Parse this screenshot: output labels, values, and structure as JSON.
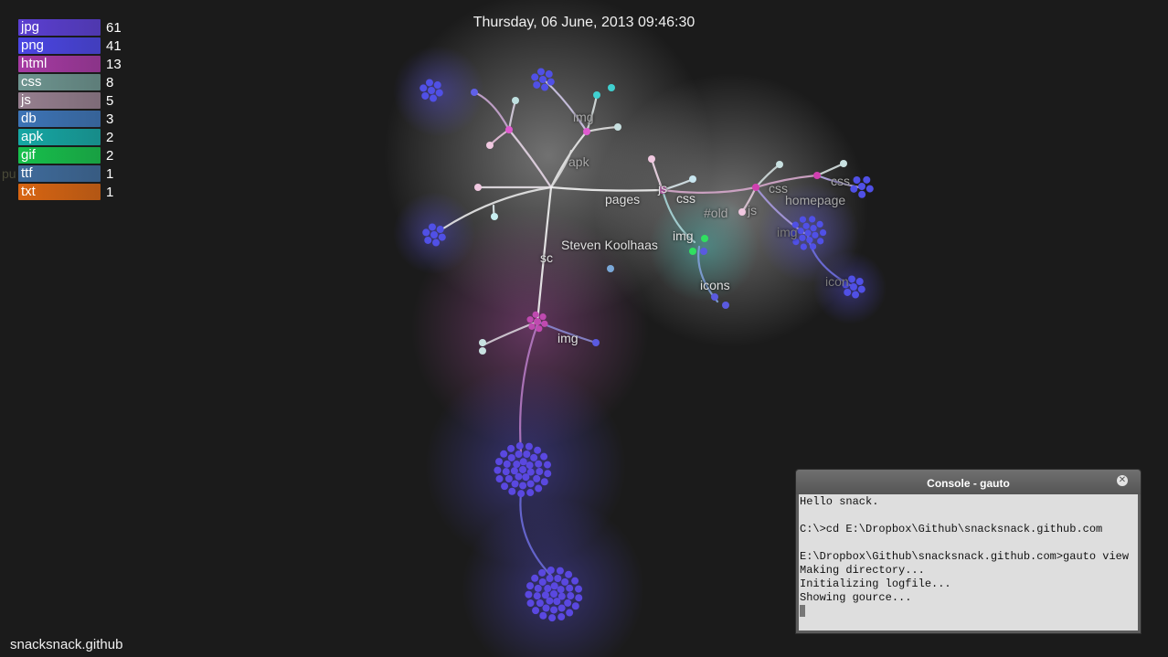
{
  "header": {
    "datetime": "Thursday, 06 June, 2013 09:46:30"
  },
  "legend": [
    {
      "ext": "jpg",
      "count": "61",
      "color": "#5b3fd2"
    },
    {
      "ext": "png",
      "count": "41",
      "color": "#4b46e4"
    },
    {
      "ext": "html",
      "count": "13",
      "color": "#a63aa3"
    },
    {
      "ext": "css",
      "count": "8",
      "color": "#6e9590"
    },
    {
      "ext": "js",
      "count": "5",
      "color": "#967f8f"
    },
    {
      "ext": "db",
      "count": "3",
      "color": "#3d74b6"
    },
    {
      "ext": "apk",
      "count": "2",
      "color": "#16a7a4"
    },
    {
      "ext": "gif",
      "count": "2",
      "color": "#17c04c"
    },
    {
      "ext": "ttf",
      "count": "1",
      "color": "#3f6b9b"
    },
    {
      "ext": "txt",
      "count": "1",
      "color": "#d86512"
    }
  ],
  "ghost_text": "pu",
  "repo_name": "snacksnack.github",
  "tree": {
    "user": "Steven Koolhaas",
    "labels": {
      "img_top": "img",
      "apk": "apk",
      "pages": "pages",
      "js": "js",
      "css": "css",
      "old": "#old",
      "js2": "js",
      "css2": "css",
      "homepage": "homepage",
      "css3": "css",
      "img_mid": "img",
      "img_right": "img",
      "icons": "icons",
      "icon_right": "icon",
      "sc": "sc",
      "img_low": "img"
    }
  },
  "console": {
    "title": "Console - gauto",
    "lines": [
      "Hello snack.",
      "",
      "C:\\>cd E:\\Dropbox\\Github\\snacksnack.github.com",
      "",
      "E:\\Dropbox\\Github\\snacksnack.github.com>gauto view",
      "Making directory...",
      "Initializing logfile...",
      "Showing gource..."
    ]
  }
}
